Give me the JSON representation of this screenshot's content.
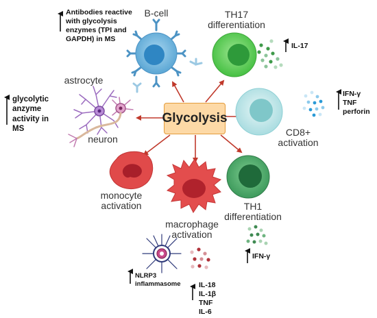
{
  "center": {
    "label": "Glycolysis"
  },
  "cells": {
    "bcell": "B-cell",
    "th17": "TH17\ndifferentiation",
    "cd8": "CD8+\nactivation",
    "th1": "TH1\ndifferentiation",
    "macrophage": "macrophage\nactivation",
    "monocyte": "monocyte\nactivation",
    "astrocyte": "astrocyte",
    "neuron": "neuron"
  },
  "annotations": {
    "antibodies": "Antibodies reactive\nwith glycolysis\nenzymes (TPI and\nGAPDH) in MS",
    "il17": "IL-17",
    "cd8_cytokines": "IFN-γ\nTNF\nperforin",
    "th1_cytokine": "IFN-γ",
    "glycolytic": "glycolytic\nanzyme\nactivity in\nMS",
    "nlrp3": "NLRP3\ninflammasome",
    "macro_cytokines": "IL-18\nIL-1β\nTNF\nIL-6"
  },
  "colors": {
    "arrow": "#c0392b",
    "bcell": "#6fb3dc",
    "th17": "#5fcf5a",
    "cd8": "#bde5e8",
    "th1": "#4aa56a",
    "monocyte": "#d84848",
    "macrophage": "#e35050",
    "astro": "#9b6bbf",
    "neuron": "#c27bb0",
    "center_fill": "#fdd9a6"
  }
}
